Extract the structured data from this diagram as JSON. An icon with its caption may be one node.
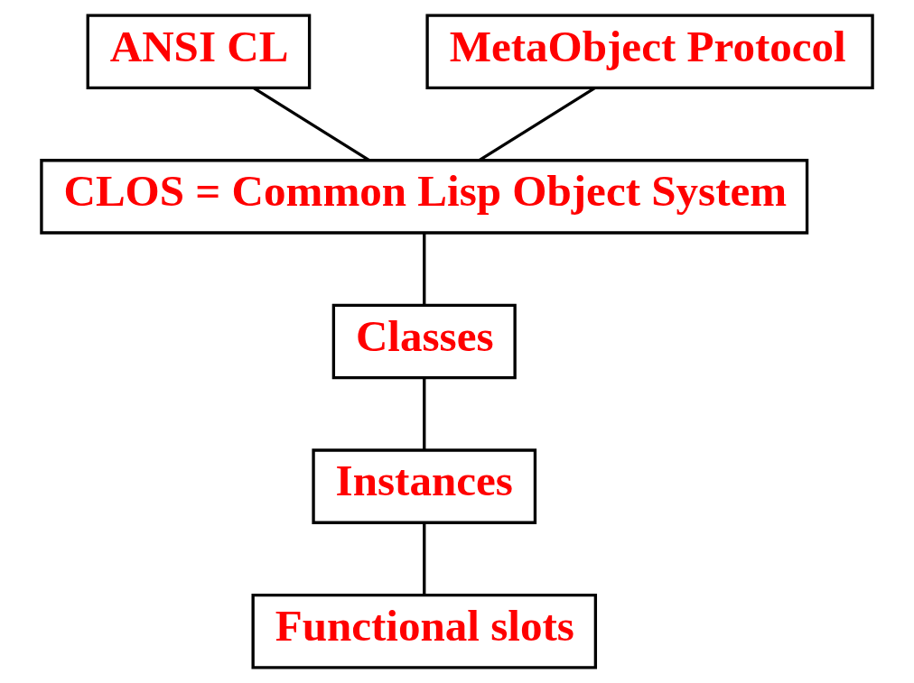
{
  "diagram": {
    "nodes": [
      {
        "text": [
          "ANSI CL"
        ]
      },
      {
        "text": [
          "MetaObject Protocol"
        ]
      },
      {
        "text": [
          "CLOS = Common Lisp Object System"
        ]
      },
      {
        "text": [
          "Classes"
        ]
      },
      {
        "text": [
          "Instances"
        ]
      },
      {
        "text": [
          "Functional slots"
        ]
      }
    ],
    "edges": [
      {
        "from": 0,
        "to": 2,
        "arrow": "none"
      },
      {
        "from": 1,
        "to": 2,
        "arrow": "none"
      },
      {
        "from": 2,
        "to": 3,
        "arrow": "none"
      },
      {
        "from": 3,
        "to": 4,
        "arrow": "none"
      },
      {
        "from": 4,
        "to": 5,
        "arrow": "none"
      }
    ]
  }
}
